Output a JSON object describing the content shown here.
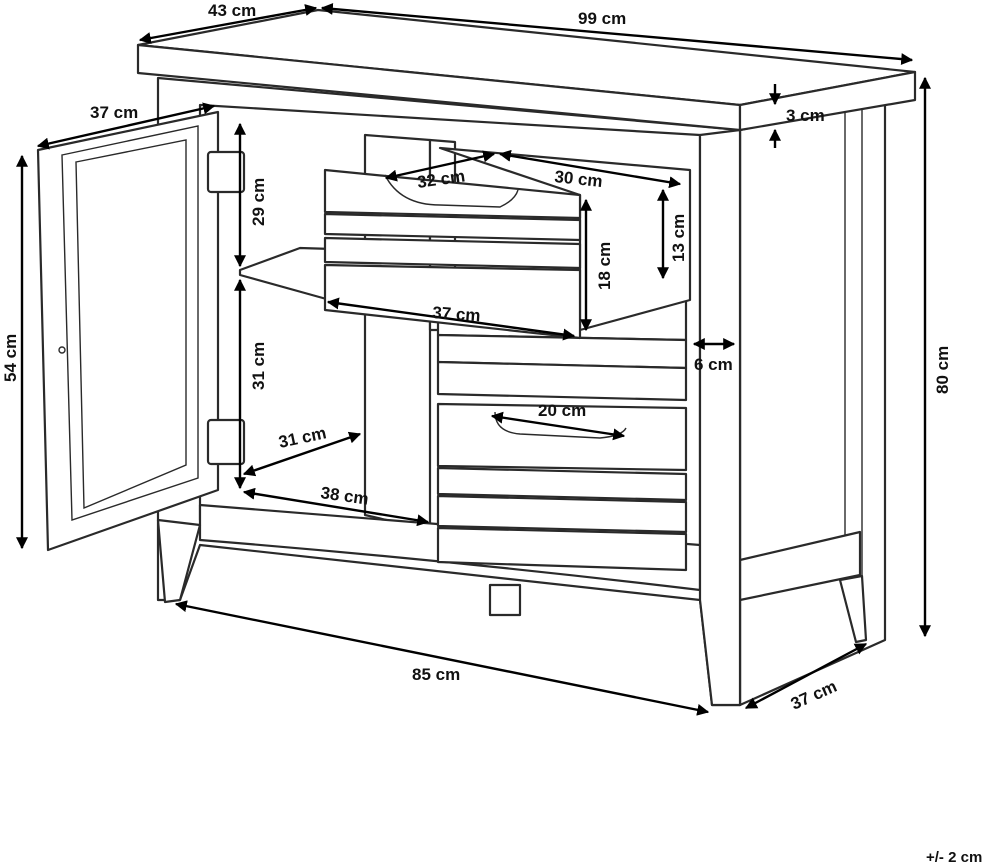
{
  "dimensions": {
    "top_depth": "43 cm",
    "top_width": "99 cm",
    "top_thickness": "3 cm",
    "total_height": "80 cm",
    "door_width": "37 cm",
    "door_height": "54 cm",
    "upper_compartment_height": "29 cm",
    "lower_compartment_height": "31 cm",
    "compartment_depth": "31 cm",
    "compartment_width": "38 cm",
    "basket_back_width": "32 cm",
    "basket_side_depth": "30 cm",
    "basket_height_outer": "18 cm",
    "basket_height_inner": "13 cm",
    "basket_front_width": "37 cm",
    "side_gap": "6 cm",
    "handle_width": "20 cm",
    "base_width": "85 cm",
    "base_depth": "37 cm"
  },
  "tolerance": "+/- 2 cm"
}
